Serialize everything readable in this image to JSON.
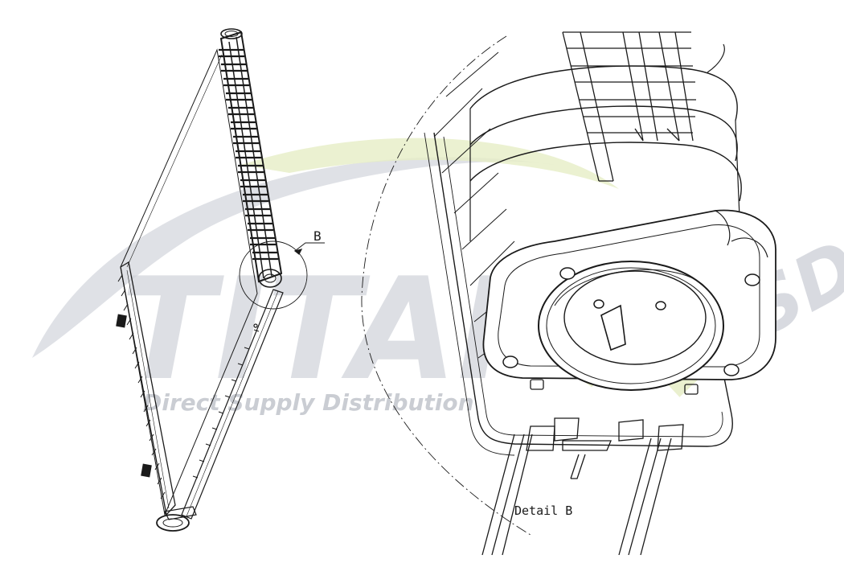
{
  "watermark": {
    "logo_letters": "TITANIX",
    "tagline": "Direct Supply Distribution",
    "suffix": "SD",
    "colors": {
      "grey": "#c9ccd3",
      "green": "#e3ecc0"
    }
  },
  "drawing": {
    "callout_label": "B",
    "detail_label": "Detail B",
    "ink_color": "#1a1a1a"
  }
}
